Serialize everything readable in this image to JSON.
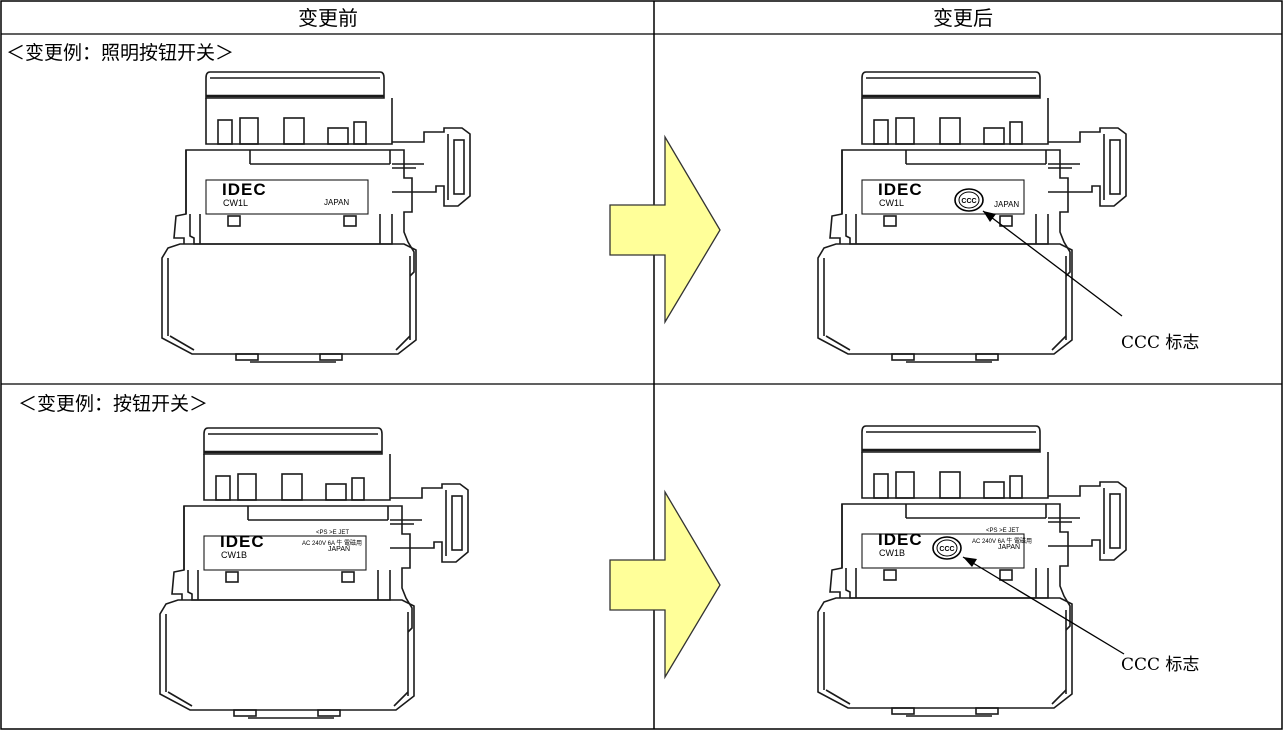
{
  "table": {
    "header_before": "变更前",
    "header_after": "变更后"
  },
  "rows": [
    {
      "caption": "＜变更例：照明按钮开关＞",
      "before": {
        "brand": "IDEC",
        "model": "CW1L",
        "label_lines": [
          "JAPAN"
        ]
      },
      "after": {
        "brand": "IDEC",
        "model": "CW1L",
        "label_lines": [
          "JAPAN"
        ]
      },
      "ccc_label": "CCC 标志"
    },
    {
      "caption": "＜变更例：按钮开关＞",
      "before": {
        "brand": "IDEC",
        "model": "CW1B",
        "label_lines": [
          "<PS >E JET",
          "AC 240V 6A 牛 電磁用",
          "JAPAN"
        ]
      },
      "after": {
        "brand": "IDEC",
        "model": "CW1B",
        "label_lines": [
          "<PS >E JET",
          "AC 240V 6A 牛 電磁用",
          "JAPAN"
        ]
      },
      "ccc_label": "CCC 标志"
    }
  ],
  "ccc_mark_text": "CCC",
  "colors": {
    "arrow_fill": "#ffff99",
    "arrow_stroke": "#333333",
    "line": "#000000",
    "drawing": "#1a1a1a"
  }
}
